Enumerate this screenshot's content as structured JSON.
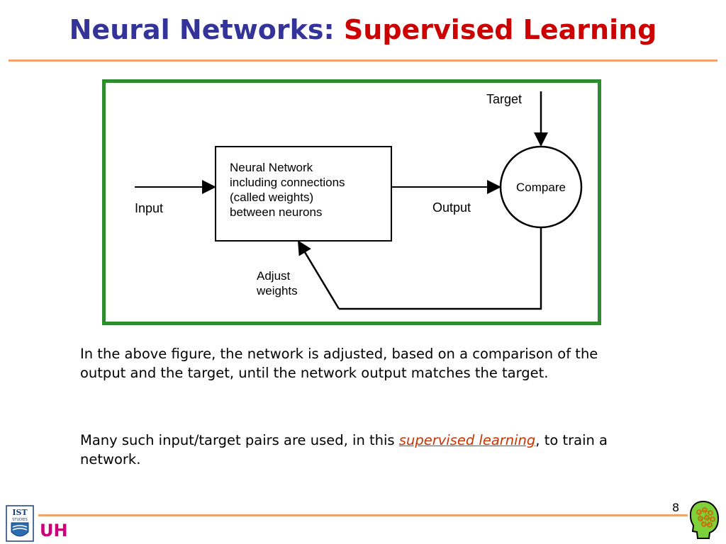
{
  "slide": {
    "title_part1": "Neural Networks:",
    "title_part2": "Supervised Learning",
    "page_number": "8"
  },
  "diagram": {
    "target_label": "Target",
    "input_label": "Input",
    "nn_box_lines": [
      "Neural Network",
      "including connections",
      "(called weights)",
      "between neurons"
    ],
    "output_label": "Output",
    "compare_label": "Compare",
    "adjust_lines": [
      "Adjust",
      "weights"
    ],
    "frame_color": "#2e8b2e"
  },
  "text": {
    "paragraph1": "In the above figure, the network is adjusted, based on a comparison of the output and the target, until the network output matches the target.",
    "paragraph2_before": "Many such input/target pairs are used, in this ",
    "paragraph2_term": "supervised learning",
    "paragraph2_after": ", to train a network."
  },
  "logos": {
    "ist_line1": "IST",
    "ist_line2": "STUDIES",
    "uh_text": "UH"
  }
}
